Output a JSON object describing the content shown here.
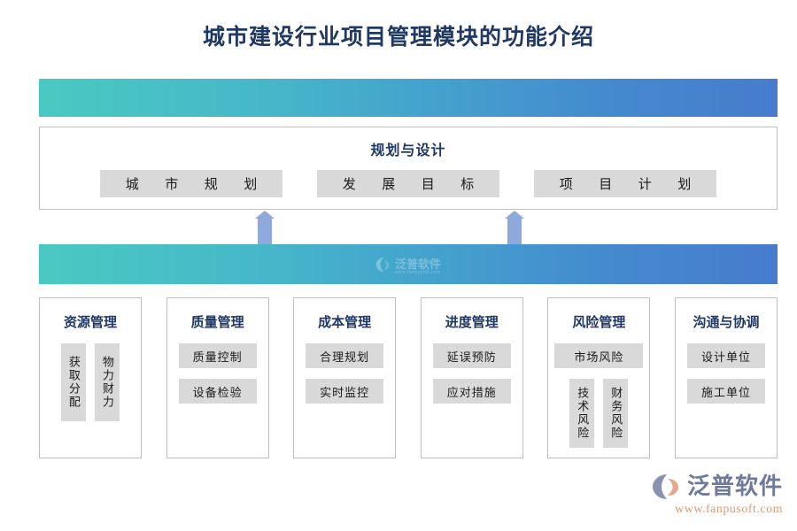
{
  "page": {
    "title": "城市建设行业项目管理模块的功能介绍",
    "background": "#ffffff"
  },
  "colors": {
    "title_text": "#1F3864",
    "gradient_start": "#4AC9C2",
    "gradient_end": "#477CCD",
    "chip_bg": "#D9D9D9",
    "card_border": "#BFBFBF",
    "arrow": "#8FA9DC",
    "brand_name": "#6E7A9B",
    "brand_url": "#D99B76"
  },
  "bars": {
    "top": {
      "label": ""
    },
    "bottom": {
      "label": ""
    }
  },
  "watermark": {
    "text": "泛普软件",
    "sub": "www.fanpusoft.com"
  },
  "plan_panel": {
    "title": "规划与设计",
    "items": [
      {
        "label": "城市规划",
        "chars": [
          "城",
          "市",
          "规",
          "划"
        ]
      },
      {
        "label": "发展目标",
        "chars": [
          "发",
          "展",
          "目",
          "标"
        ]
      },
      {
        "label": "项目计划",
        "chars": [
          "项",
          "目",
          "计",
          "划"
        ]
      }
    ]
  },
  "arrows": [
    {
      "name": "arrow-up-left",
      "direction": "up"
    },
    {
      "name": "arrow-up-right",
      "direction": "up"
    }
  ],
  "cards": [
    {
      "title": "资源管理",
      "layout": "vertical-pair",
      "items": [
        {
          "label": "获取分配",
          "orientation": "vertical"
        },
        {
          "label": "物力财力",
          "orientation": "vertical"
        }
      ]
    },
    {
      "title": "质量管理",
      "layout": "stacked",
      "items": [
        {
          "label": "质量控制",
          "orientation": "horizontal"
        },
        {
          "label": "设备检验",
          "orientation": "horizontal"
        }
      ]
    },
    {
      "title": "成本管理",
      "layout": "stacked",
      "items": [
        {
          "label": "合理规划",
          "orientation": "horizontal"
        },
        {
          "label": "实时监控",
          "orientation": "horizontal"
        }
      ]
    },
    {
      "title": "进度管理",
      "layout": "stacked",
      "items": [
        {
          "label": "延误预防",
          "orientation": "horizontal"
        },
        {
          "label": "应对措施",
          "orientation": "horizontal"
        }
      ]
    },
    {
      "title": "风险管理",
      "layout": "wide-then-vertical-pair",
      "items": [
        {
          "label": "市场风险",
          "orientation": "horizontal"
        },
        {
          "label": "技术风险",
          "orientation": "vertical"
        },
        {
          "label": "财务风险",
          "orientation": "vertical"
        }
      ]
    },
    {
      "title": "沟通与协调",
      "layout": "stacked",
      "items": [
        {
          "label": "设计单位",
          "orientation": "horizontal"
        },
        {
          "label": "施工单位",
          "orientation": "horizontal"
        }
      ]
    }
  ],
  "brand": {
    "name": "泛普软件",
    "url": "www.fanpusoft.com"
  }
}
